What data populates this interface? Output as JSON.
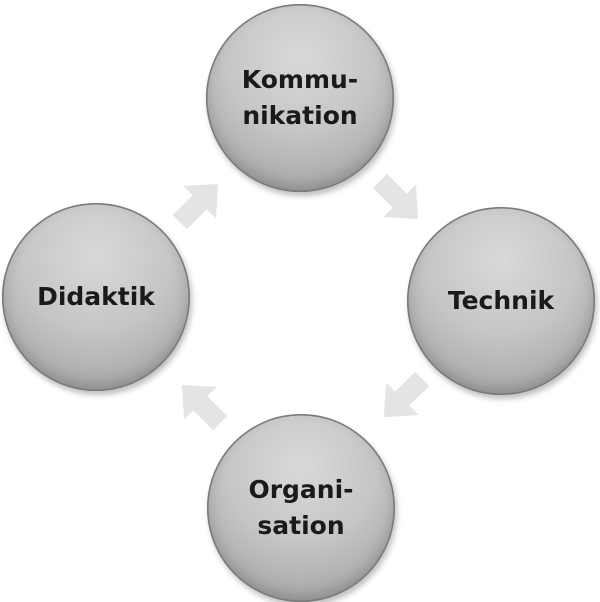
{
  "nodes": {
    "top": {
      "label": "Kommu-\nnikation"
    },
    "right": {
      "label": "Technik"
    },
    "bottom": {
      "label": "Organi-\nsation"
    },
    "left": {
      "label": "Didaktik"
    }
  },
  "colors": {
    "node_fill": "#c6c6c6",
    "node_border": "#7a7a7a",
    "arrow_fill": "#e4e4e4",
    "text": "#1a1a1a"
  },
  "flow": "clockwise"
}
